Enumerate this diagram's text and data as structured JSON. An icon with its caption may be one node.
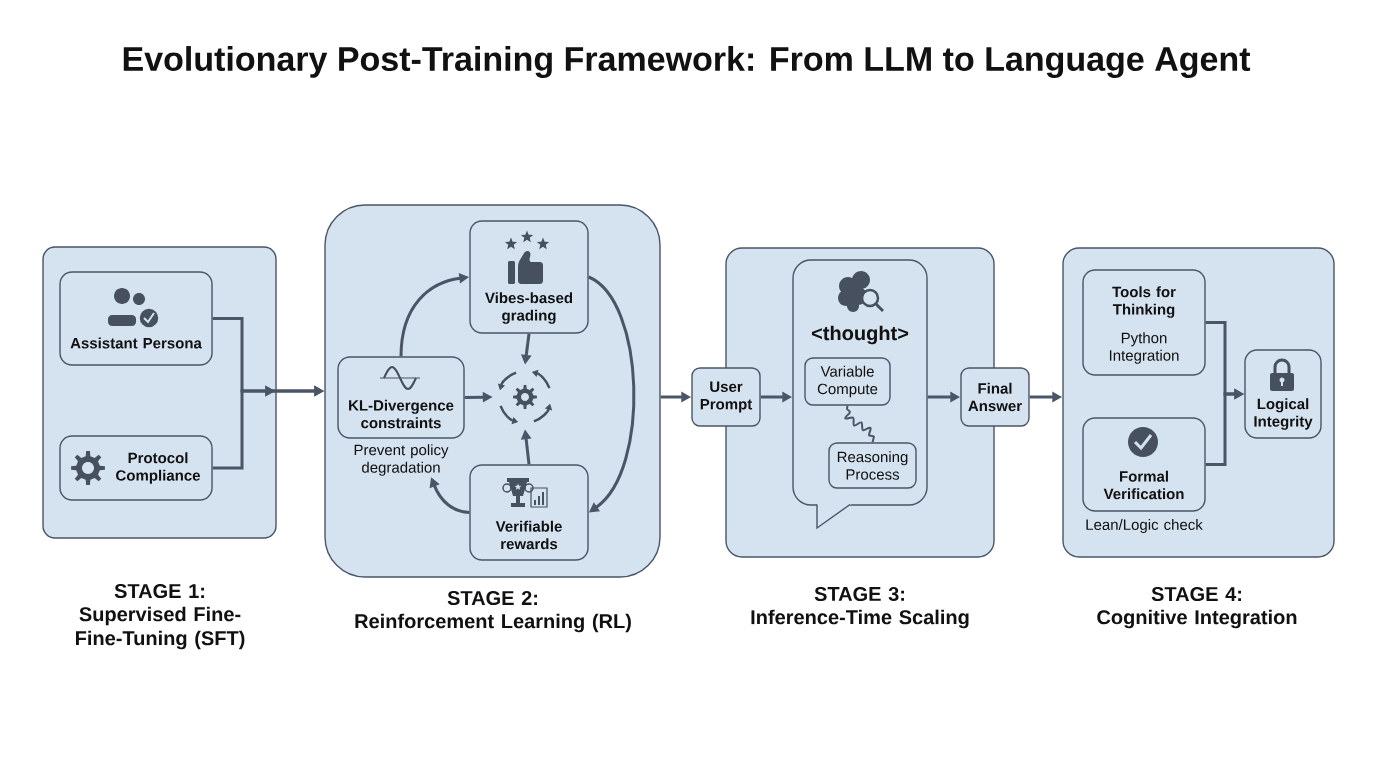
{
  "diagram": {
    "title": "Evolutionary Post-Training Framework: From LLM to Language Agent",
    "nodes": [
      {
        "text": [
          "STAGE 1:",
          "Supervised Fine- Fine-Tuning (SFT)"
        ]
      },
      {
        "text": [
          "Assistant Persona"
        ],
        "in": 0
      },
      {
        "text": [
          "Protocol Compliance"
        ],
        "in": 0
      },
      {
        "text": [
          "STAGE 2:",
          "Reinforcement Learning (RL)"
        ]
      },
      {
        "text": [
          "Vibes-based grading"
        ],
        "in": 3
      },
      {
        "text": [
          "KL-Divergence constraints"
        ],
        "beside": [
          "Prevent policy degradation"
        ],
        "in": 3
      },
      {
        "text": [],
        "shape": "gear",
        "in": 3
      },
      {
        "text": [
          "Verifiable rewards"
        ],
        "in": 3
      },
      {
        "text": [
          "STAGE 3:",
          "Inference-Time Scaling"
        ]
      },
      {
        "text": [
          "User Prompt"
        ]
      },
      {
        "text": [
          "<thought>"
        ],
        "in": 8
      },
      {
        "text": [
          "Variable Compute"
        ],
        "in": 10
      },
      {
        "text": [
          "Reasoning Process"
        ],
        "in": 10
      },
      {
        "text": [
          "Final Answer"
        ]
      },
      {
        "text": [
          "STAGE 4:",
          "Cognitive Integration"
        ]
      },
      {
        "text": [
          "Tools for Thinking",
          "Python Integration"
        ],
        "in": 14
      },
      {
        "text": [
          "Formal Verification"
        ],
        "beside": [
          "Lean/Logic check"
        ],
        "in": 14
      },
      {
        "text": [
          "Logical Integrity"
        ],
        "in": 14
      }
    ],
    "edges": [
      {
        "from": 1,
        "to": 3,
        "arrow": "to"
      },
      {
        "from": 2,
        "to": 3,
        "arrow": "to"
      },
      {
        "from": 5,
        "to": 4,
        "arrow": "to"
      },
      {
        "from": 4,
        "to": 6,
        "arrow": "to"
      },
      {
        "from": 5,
        "to": 6,
        "arrow": "to"
      },
      {
        "from": 7,
        "to": 6,
        "arrow": "to"
      },
      {
        "from": 4,
        "to": 7,
        "arrow": "to"
      },
      {
        "from": 7,
        "to": 5,
        "arrow": "to"
      },
      {
        "from": 3,
        "to": 9,
        "arrow": "to"
      },
      {
        "from": 9,
        "to": 10,
        "arrow": "to"
      },
      {
        "from": 11,
        "to": 12,
        "arrow": "none"
      },
      {
        "from": 10,
        "to": 13,
        "arrow": "to"
      },
      {
        "from": 13,
        "to": 14,
        "arrow": "to"
      },
      {
        "from": 15,
        "to": 17,
        "arrow": "to"
      },
      {
        "from": 16,
        "to": 17,
        "arrow": "to"
      }
    ]
  }
}
